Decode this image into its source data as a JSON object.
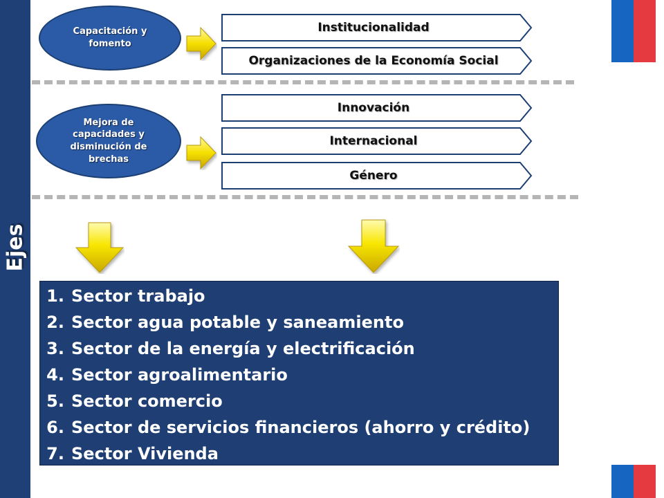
{
  "side_bar": {
    "title": "Ejes"
  },
  "groups": [
    {
      "oval_label": "Capacitación y fomento",
      "items": [
        "Institucionalidad",
        "Organizaciones de la Economía Social"
      ]
    },
    {
      "oval_label": "Mejora de capacidades y disminución de brechas",
      "items": [
        "Innovación",
        "Internacional",
        "Género"
      ]
    }
  ],
  "sectors": [
    {
      "num": "1.",
      "label": "Sector trabajo"
    },
    {
      "num": "2.",
      "label": "Sector agua potable y saneamiento"
    },
    {
      "num": "3.",
      "label": "Sector de la energía y electrificación"
    },
    {
      "num": "4.",
      "label": "Sector agroalimentario"
    },
    {
      "num": "5.",
      "label": "Sector comercio"
    },
    {
      "num": "6.",
      "label": "Sector de servicios financieros (ahorro y crédito)"
    },
    {
      "num": "7.",
      "label": "Sector Vivienda"
    }
  ],
  "colors": {
    "navy": "#1f3e73",
    "oval_blue": "#2b5ba7",
    "arrow_yellow": "#f6e000",
    "flag_blue": "#1665c1",
    "flag_red": "#e53a40"
  }
}
